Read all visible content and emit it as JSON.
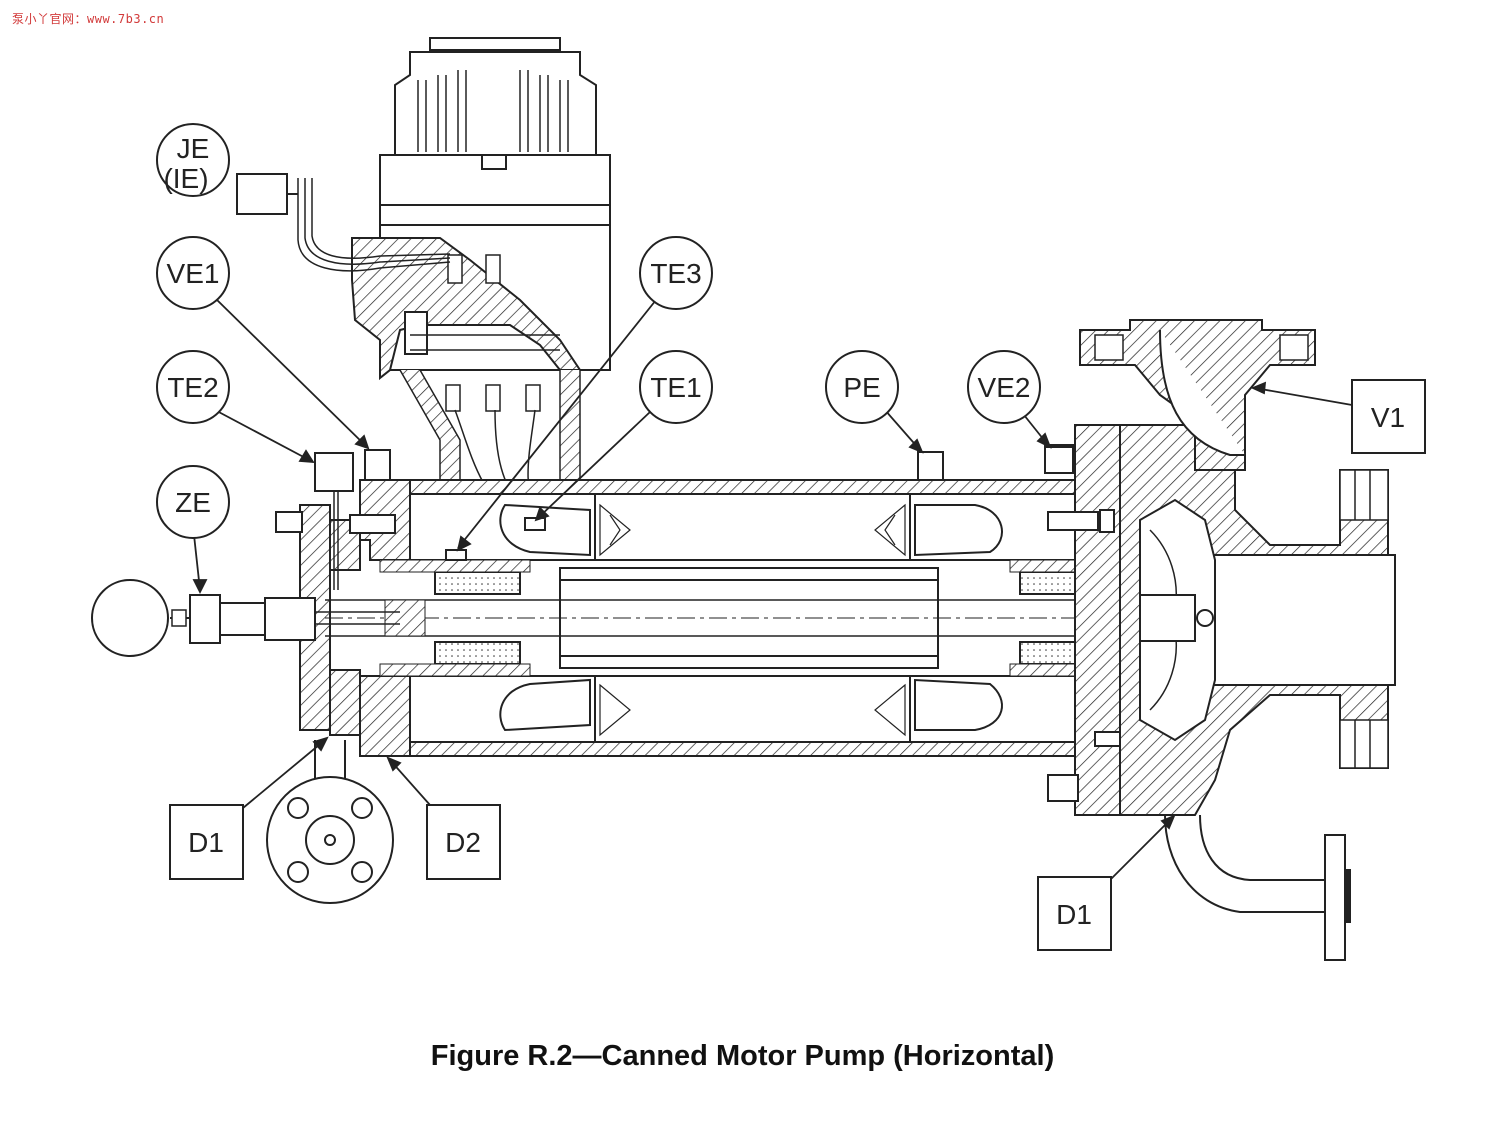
{
  "watermark": "泵小丫官网：www.7b3.cn",
  "caption": "Figure R.2—Canned Motor Pump (Horizontal)",
  "tags": {
    "je": "JE",
    "ie": "(IE)",
    "ve1": "VE1",
    "te2": "TE2",
    "ze": "ZE",
    "te3": "TE3",
    "te1": "TE1",
    "pe": "PE",
    "ve2": "VE2",
    "v1": "V1",
    "d1_left": "D1",
    "d2": "D2",
    "d1_right": "D1"
  },
  "colors": {
    "line": "#222222",
    "watermark": "#d23a3a",
    "background": "#ffffff"
  }
}
